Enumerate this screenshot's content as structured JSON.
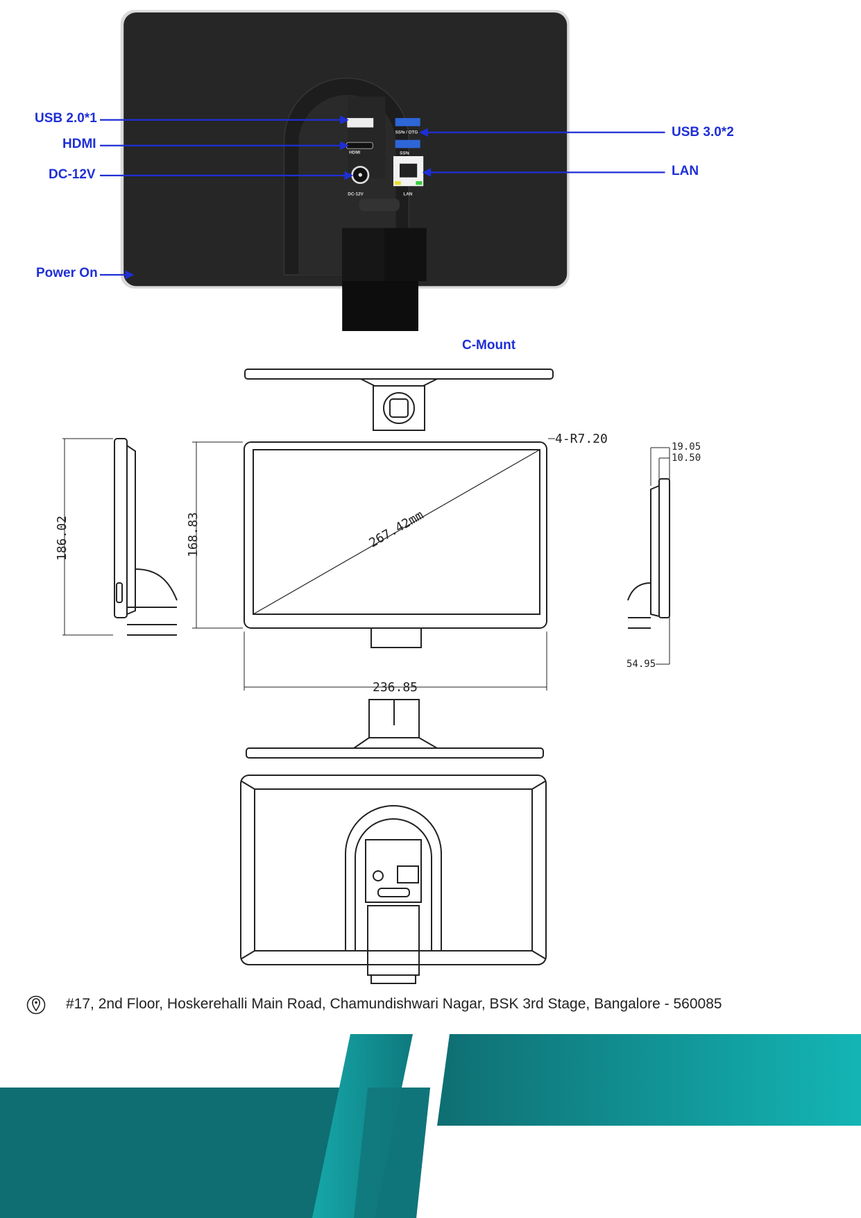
{
  "callouts": {
    "usb2": "USB 2.0*1",
    "hdmi": "HDMI",
    "dc": "DC-12V",
    "power": "Power On",
    "usb3": "USB 3.0*2",
    "lan": "LAN",
    "cmount": "C-Mount"
  },
  "port_labels": {
    "hdmi": "HDMI",
    "dc": "DC-12V",
    "lan": "LAN",
    "usb3_otg": "SS⇆ / OTG",
    "usb3": "SS⇆"
  },
  "dimensions": {
    "corner_radius": "4-R7.20",
    "diagonal": "267.42mm",
    "height_screen": "168.83",
    "height_total": "186.02",
    "width": "236.85",
    "depth_1": "19.05",
    "depth_2": "10.50",
    "depth_stand": "54.95"
  },
  "footer": {
    "address": "#17, 2nd Floor, Hoskerehalli Main Road, Chamundishwari Nagar,  BSK 3rd Stage, Bangalore - 560085"
  },
  "colors": {
    "callout": "#1f2fd6",
    "teal_dark": "#0f6e72",
    "teal_light": "#14b3b3",
    "device": "#262626"
  }
}
